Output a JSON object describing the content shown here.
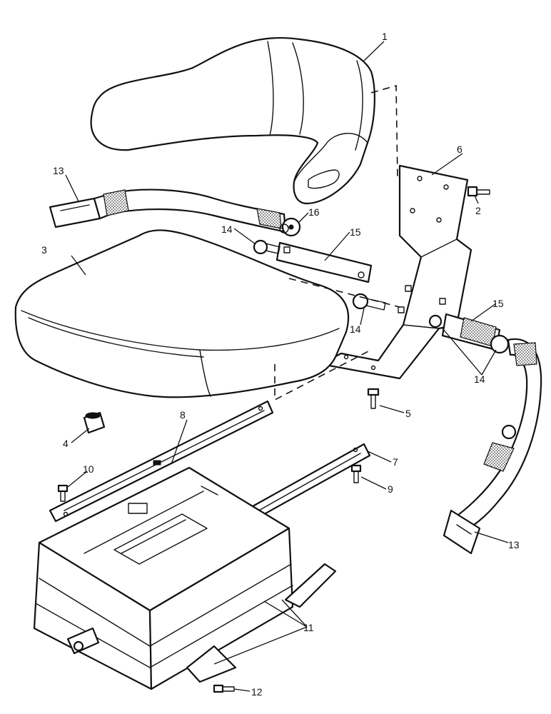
{
  "callouts": [
    {
      "id": "c1",
      "text": "1"
    },
    {
      "id": "c2",
      "text": "2"
    },
    {
      "id": "c3",
      "text": "3"
    },
    {
      "id": "c4",
      "text": "4"
    },
    {
      "id": "c5",
      "text": "5"
    },
    {
      "id": "c6",
      "text": "6"
    },
    {
      "id": "c7",
      "text": "7"
    },
    {
      "id": "c8",
      "text": "8"
    },
    {
      "id": "c9",
      "text": "9"
    },
    {
      "id": "c10",
      "text": "10"
    },
    {
      "id": "c11",
      "text": "11"
    },
    {
      "id": "c12",
      "text": "12"
    },
    {
      "id": "c13a",
      "text": "13"
    },
    {
      "id": "c13b",
      "text": "13"
    },
    {
      "id": "c14a",
      "text": "14"
    },
    {
      "id": "c14b",
      "text": "14"
    },
    {
      "id": "c14c",
      "text": "14"
    },
    {
      "id": "c15a",
      "text": "15"
    },
    {
      "id": "c15b",
      "text": "15"
    },
    {
      "id": "c16",
      "text": "16"
    }
  ]
}
